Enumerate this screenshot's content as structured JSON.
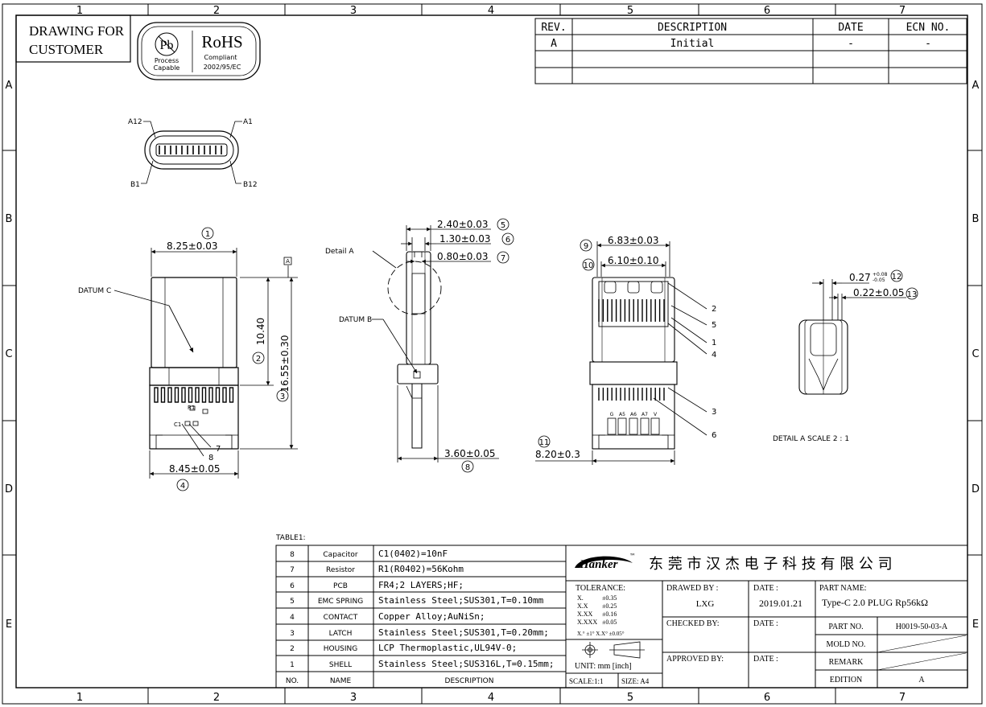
{
  "zones": {
    "cols": [
      "1",
      "2",
      "3",
      "4",
      "5",
      "6",
      "7"
    ],
    "rows": [
      "A",
      "B",
      "C",
      "D",
      "E"
    ]
  },
  "header": {
    "drawing_line1": "DRAWING FOR",
    "drawing_line2": "CUSTOMER",
    "pb": "Pb",
    "pb_caption1": "Process",
    "pb_caption2": "Capable",
    "rohs": "RoHS",
    "rohs_caption1": "Compliant",
    "rohs_caption2": "2002/95/EC"
  },
  "revision_table": {
    "headers": [
      "REV.",
      "DESCRIPTION",
      "DATE",
      "ECN NO."
    ],
    "rows": [
      [
        "A",
        "Initial",
        "-",
        "-"
      ],
      [
        "",
        "",
        "",
        ""
      ],
      [
        "",
        "",
        "",
        ""
      ]
    ]
  },
  "front_view": {
    "a12": "A12",
    "a1": "A1",
    "b1": "B1",
    "b12": "B12"
  },
  "left_view": {
    "dim_top": "8.25±0.03",
    "dim_bottom": "8.45±0.05",
    "dim_h1": "10.40",
    "dim_h2": "16.55±0.30",
    "datum_c": "DATUM C",
    "datum_flag": "A",
    "balloon_1": "1",
    "balloon_2": "2",
    "balloon_3": "3",
    "balloon_4": "4",
    "callout_7": "7",
    "callout_8": "8",
    "r1": "R1",
    "c1": "C1"
  },
  "side_view": {
    "dim_a": "2.40±0.03",
    "dim_b": "1.30±0.03",
    "dim_c": "0.80±0.03",
    "dim_d": "3.60±0.05",
    "detail_a": "Detail A",
    "datum_b": "DATUM B",
    "balloon_5": "5",
    "balloon_6": "6",
    "balloon_7": "7",
    "balloon_8": "8"
  },
  "right_view": {
    "dim_a": "6.83±0.03",
    "dim_b": "6.10±0.10",
    "dim_c": "8.20±0.3",
    "balloon_9": "9",
    "balloon_10": "10",
    "balloon_11": "11",
    "callouts": [
      "2",
      "5",
      "1",
      "4",
      "3",
      "6"
    ],
    "pin_labels": [
      "G",
      "A5",
      "A6",
      "A7",
      "V"
    ]
  },
  "detail_view": {
    "dim_a": "0.27",
    "dim_a_tol_upper": "+0.08",
    "dim_a_tol_lower": "-0.05",
    "dim_b": "0.22±0.05",
    "balloon_12": "12",
    "balloon_13": "13",
    "caption": "DETAIL A  SCALE 2 : 1"
  },
  "bom": {
    "title": "TABLE1:",
    "rows": [
      [
        "8",
        "Capacitor",
        "C1(0402)=10nF"
      ],
      [
        "7",
        "Resistor",
        "R1(R0402)=56Kohm"
      ],
      [
        "6",
        "PCB",
        "FR4;2 LAYERS;HF;"
      ],
      [
        "5",
        "EMC SPRING",
        "Stainless Steel;SUS301,T=0.10mm"
      ],
      [
        "4",
        "CONTACT",
        "Copper Alloy;AuNiSn;"
      ],
      [
        "3",
        "LATCH",
        "Stainless Steel;SUS301,T=0.20mm;"
      ],
      [
        "2",
        "HOUSING",
        "LCP Thermoplastic,UL94V-0;"
      ],
      [
        "1",
        "SHELL",
        "Stainless Steel;SUS316L,T=0.15mm;"
      ]
    ],
    "footer": [
      "NO.",
      "NAME",
      "DESCRIPTION"
    ]
  },
  "title_block": {
    "logo": "Hanker",
    "logo_tm": "™",
    "company": "东 莞 市 汉 杰 电 子 科 技 有 限 公 司",
    "tolerance_title": "TOLERANCE:",
    "tol_rows": [
      [
        "X.",
        "±0.35"
      ],
      [
        "X.X",
        "±0.25"
      ],
      [
        "X.XX",
        "±0.16"
      ],
      [
        "X.XXX",
        "±0.05"
      ]
    ],
    "tol_angle": "X.° ±1°    X.X° ±0.05°",
    "unit": "UNIT: mm [inch]",
    "scale": "SCALE:1:1",
    "size": "SIZE: A4",
    "drawn_by_label": "DRAWED BY :",
    "drawn_by": "LXG",
    "date_label": "DATE :",
    "drawn_date": "2019.01.21",
    "checked_by_label": "CHECKED BY:",
    "approved_by_label": "APPROVED BY:",
    "part_name_label": "PART NAME:",
    "part_name": "Type-C 2.0 PLUG Rp56kΩ",
    "part_no_label": "PART NO.",
    "part_no": "H0019-50-03-A",
    "mold_no_label": "MOLD NO.",
    "remark_label": "REMARK",
    "edition_label": "EDITION",
    "edition": "A"
  }
}
